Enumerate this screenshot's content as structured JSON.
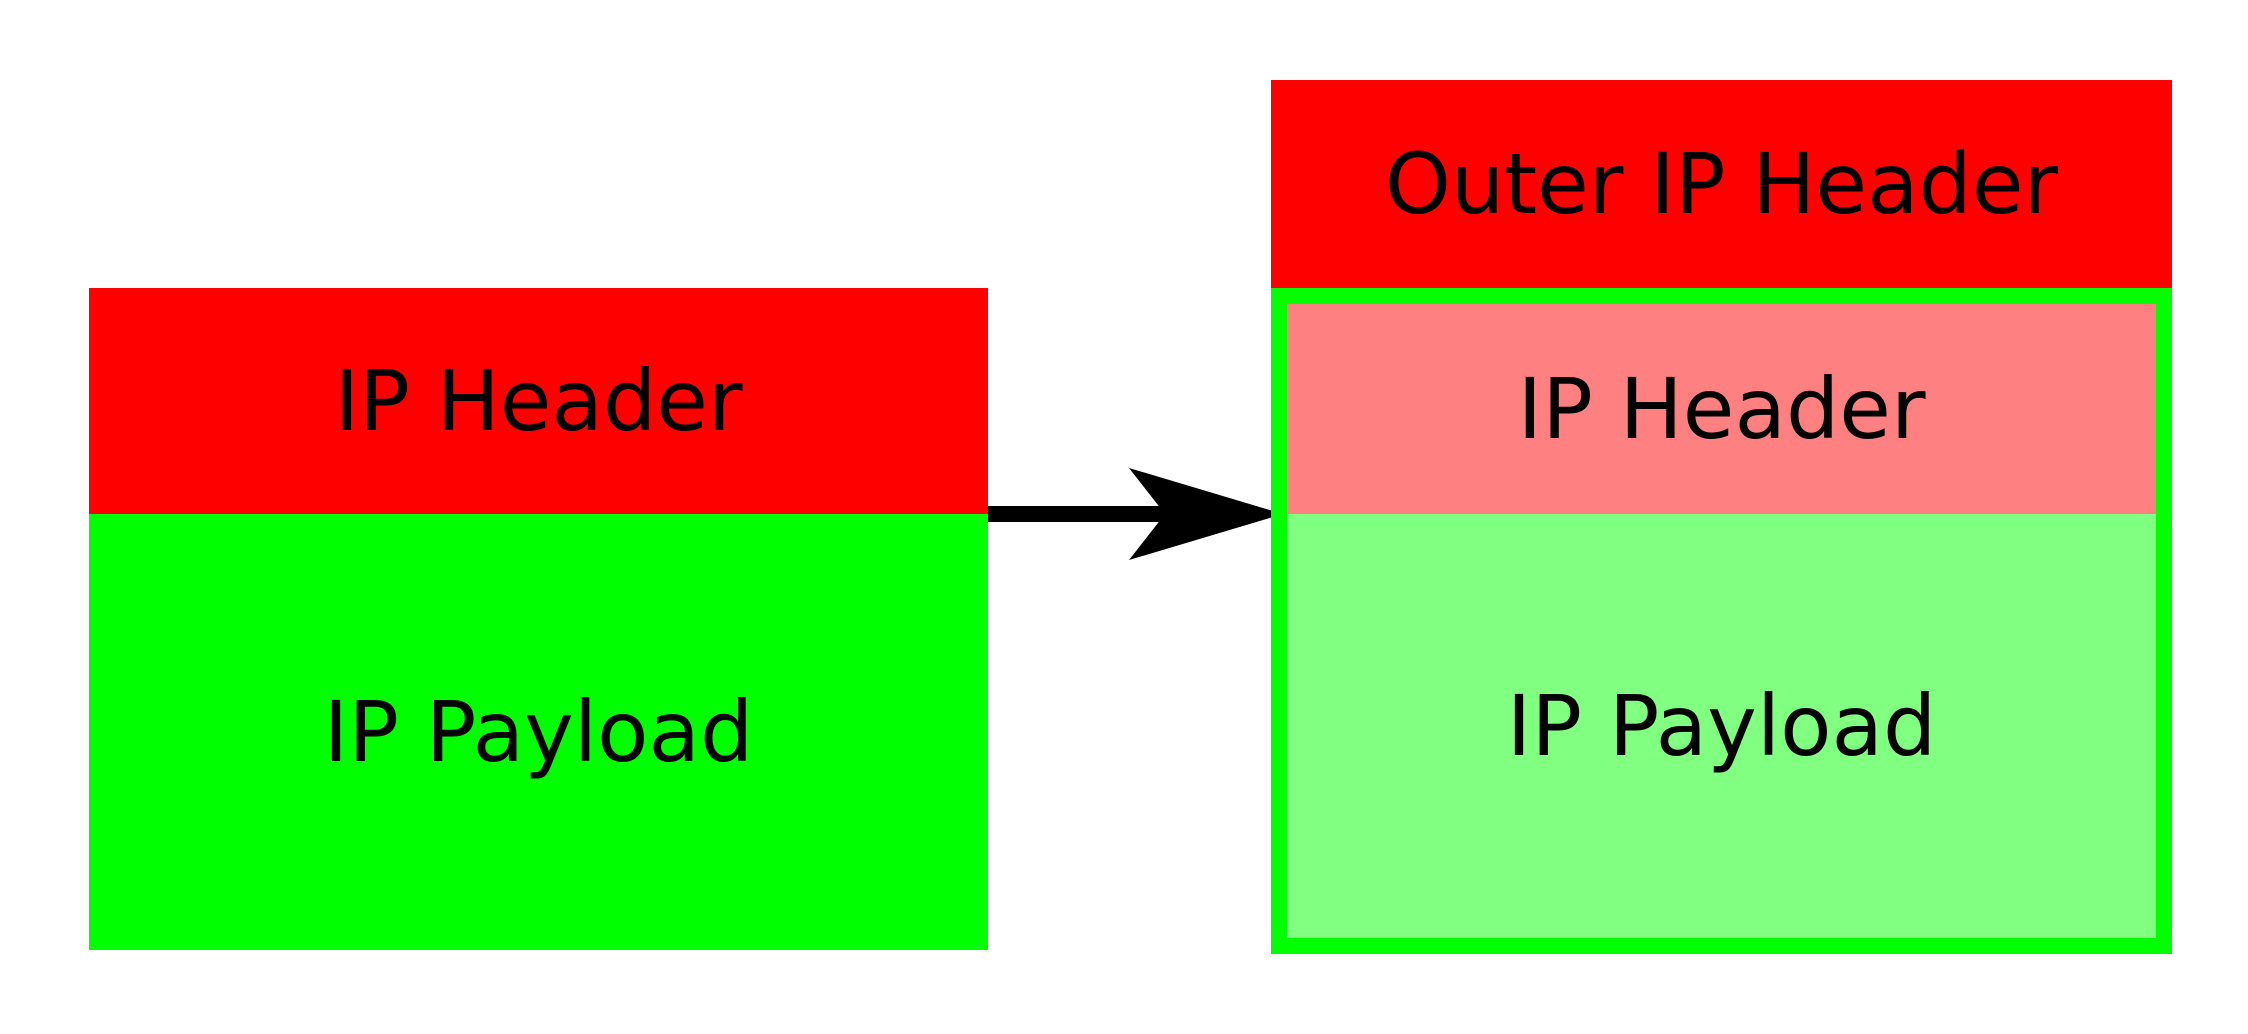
{
  "colors": {
    "header_red": "#ff0000",
    "payload_green": "#00ff00",
    "inner_header_light_red": "#ff8080",
    "inner_payload_light_green": "#80ff80",
    "tunnel_border_green": "#00ff00",
    "arrow": "#000000"
  },
  "original_packet": {
    "header_label": "IP Header",
    "payload_label": "IP Payload"
  },
  "encapsulated_packet": {
    "outer_header_label": "Outer IP Header",
    "inner_header_label": "IP Header",
    "inner_payload_label": "IP Payload"
  }
}
